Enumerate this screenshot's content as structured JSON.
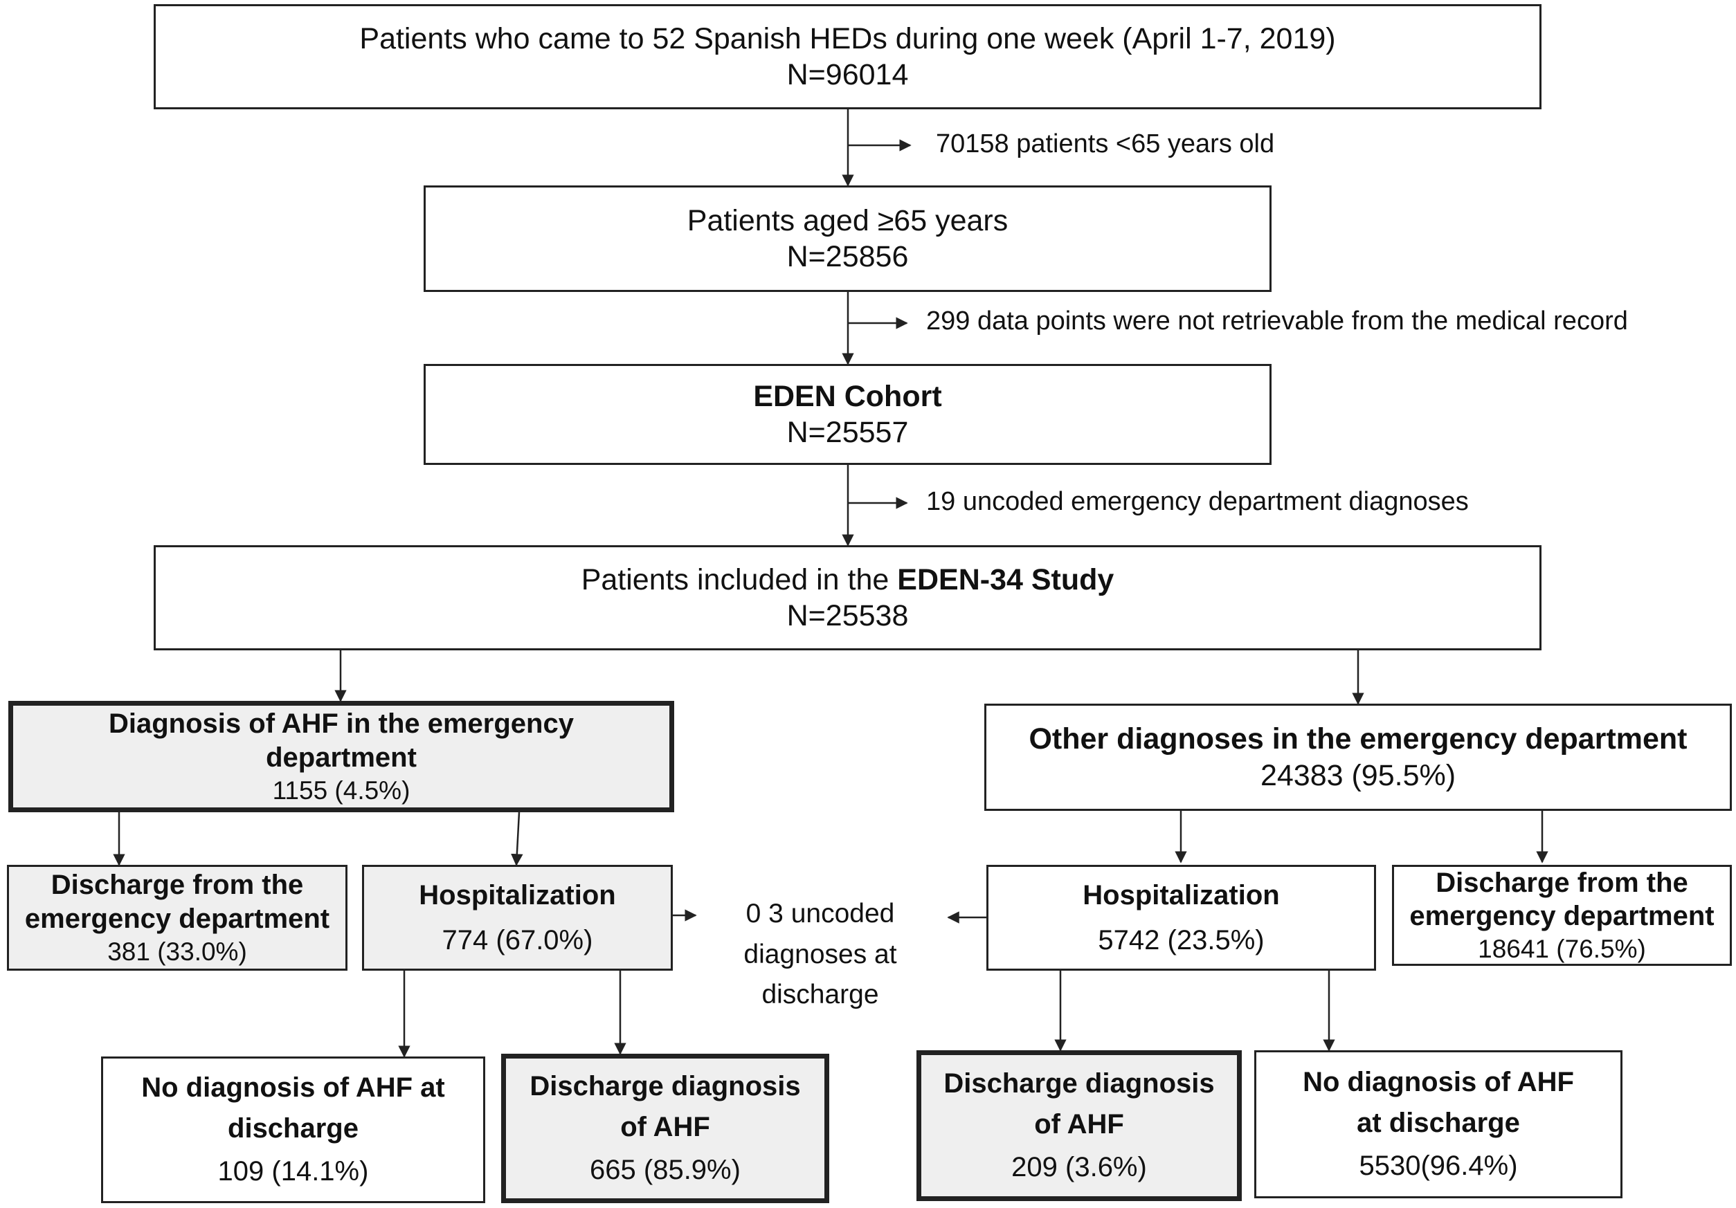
{
  "flow": {
    "top": {
      "title": "Patients who came to 52 Spanish HEDs during one week (April 1-7, 2019)",
      "n": "N=96014"
    },
    "excl1": "70158 patients <65 years old",
    "aged": {
      "title": "Patients aged ≥65 years",
      "n": "N=25856"
    },
    "excl2": "299 data points were not retrievable from the medical record",
    "eden": {
      "title": "EDEN Cohort",
      "n": "N=25557"
    },
    "excl3": "19 uncoded emergency department diagnoses",
    "included": {
      "title_prefix": "Patients included in the ",
      "title_bold": "EDEN-34 Study",
      "n": "N=25538"
    },
    "ahf_ed": {
      "line1": "Diagnosis of AHF in the emergency",
      "line2": "department",
      "value": "1155 (4.5%)"
    },
    "other_ed": {
      "title": "Other diagnoses in the emergency department",
      "value": "24383 (95.5%)"
    },
    "left_discharge": {
      "line1": "Discharge from the",
      "line2": "emergency department",
      "value": "381 (33.0%)"
    },
    "left_hosp": {
      "title": "Hospitalization",
      "value": "774 (67.0%)"
    },
    "uncoded": {
      "line1": "0 3 uncoded",
      "line2": "diagnoses at",
      "line3": "discharge"
    },
    "right_hosp": {
      "title": "Hospitalization",
      "value": "5742 (23.5%)"
    },
    "right_discharge": {
      "line1": "Discharge from the",
      "line2": "emergency department",
      "value": "18641 (76.5%)"
    },
    "left_no_ahf": {
      "line1": "No diagnosis of AHF at",
      "line2": "discharge",
      "value": "109 (14.1%)"
    },
    "left_ahf": {
      "line1": "Discharge diagnosis",
      "line2": "of AHF",
      "value": "665 (85.9%)"
    },
    "right_ahf": {
      "line1": "Discharge diagnosis",
      "line2": "of AHF",
      "value": "209 (3.6%)"
    },
    "right_no_ahf": {
      "line1": "No diagnosis of AHF",
      "line2": "at discharge",
      "value": "5530(96.4%)"
    }
  }
}
